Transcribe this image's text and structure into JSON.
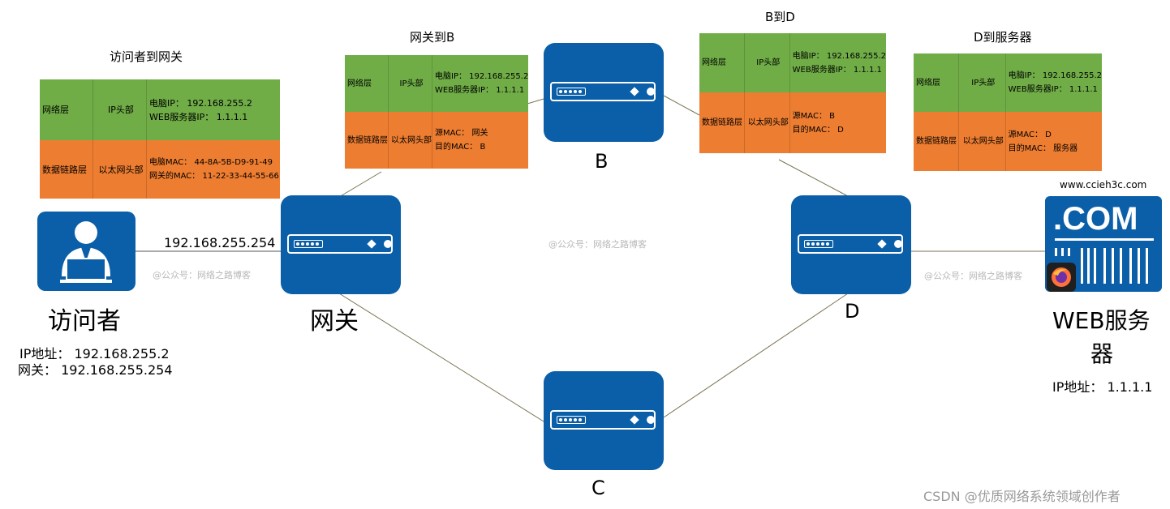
{
  "titles": {
    "visitor_to_gateway": "访问者到网关",
    "gateway_to_b": "网关到B",
    "b_to_d": "B到D",
    "d_to_server": "D到服务器"
  },
  "tables": {
    "t1": {
      "network_layer": "网络层",
      "ip_header": "IP头部",
      "src_ip": "电脑IP：  192.168.255.2",
      "dst_ip": "WEB服务器IP：  1.1.1.1",
      "link_layer": "数据链路层",
      "eth_header": "以太网头部",
      "src_mac": "电脑MAC：  44-8A-5B-D9-91-49",
      "dst_mac": "网关的MAC：  11-22-33-44-55-66"
    },
    "t2": {
      "network_layer": "网络层",
      "ip_header": "IP头部",
      "src_ip": "电脑IP：  192.168.255.2",
      "dst_ip": "WEB服务器IP：  1.1.1.1",
      "link_layer": "数据链路层",
      "eth_header": "以太网头部",
      "src_mac": "源MAC：  网关",
      "dst_mac": "目的MAC：  B"
    },
    "t3": {
      "network_layer": "网络层",
      "ip_header": "IP头部",
      "src_ip": "电脑IP：  192.168.255.2",
      "dst_ip": "WEB服务器IP：  1.1.1.1",
      "link_layer": "数据链路层",
      "eth_header": "以太网头部",
      "src_mac": "源MAC：  B",
      "dst_mac": "目的MAC：  D"
    },
    "t4": {
      "network_layer": "网络层",
      "ip_header": "IP头部",
      "src_ip": "电脑IP：  192.168.255.2",
      "dst_ip": "WEB服务器IP：  1.1.1.1",
      "link_layer": "数据链路层",
      "eth_header": "以太网头部",
      "src_mac": "源MAC：  D",
      "dst_mac": "目的MAC：  服务器"
    }
  },
  "nodes": {
    "visitor": "访问者",
    "visitor_ip": "IP地址：  192.168.255.2",
    "visitor_gw": "网关：  192.168.255.254",
    "gateway": "网关",
    "gateway_ip": "192.168.255.254",
    "b": "B",
    "c": "C",
    "d": "D",
    "server_line1": "WEB服务",
    "server_line2": "器",
    "server_ip": "IP地址：  1.1.1.1",
    "server_domain": "www.ccieh3c.com",
    "server_com": ".COM"
  },
  "watermarks": {
    "wm": "@公众号：网络之路博客",
    "csdn": "CSDN @优质网络系统领域创作者"
  },
  "colors": {
    "device_blue": "#0a5fa8",
    "network_layer_green": "#70ad47",
    "link_layer_orange": "#ed7d31",
    "link_line": "#7a7350"
  }
}
